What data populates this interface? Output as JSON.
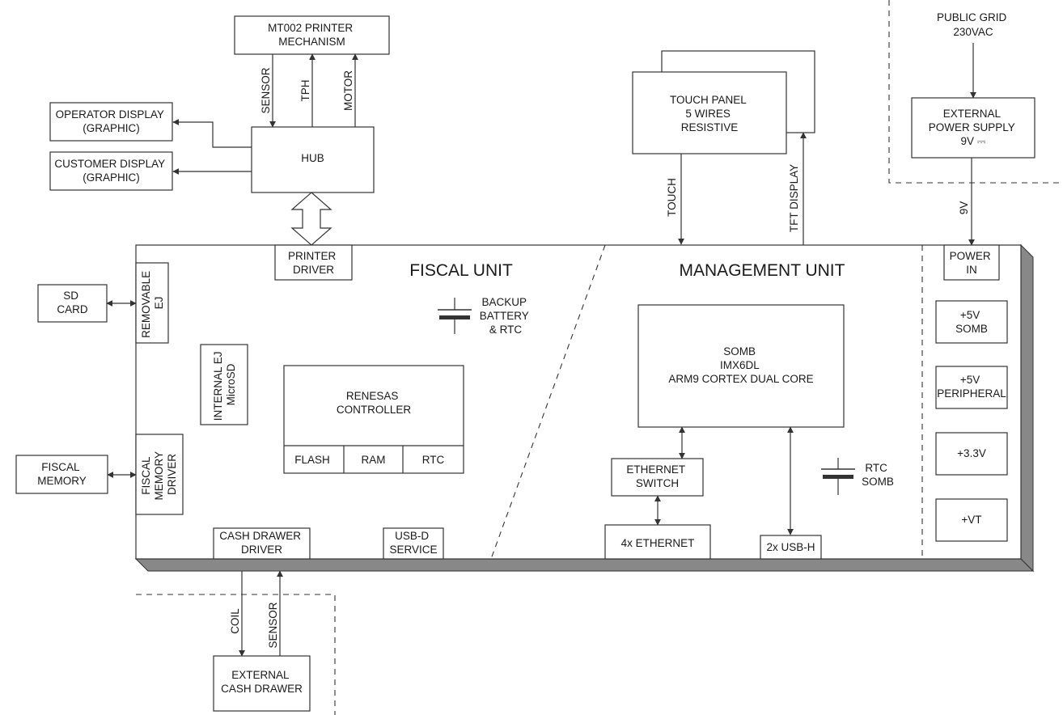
{
  "blocks": {
    "printer_mechanism": [
      "MT002 PRINTER",
      "MECHANISM"
    ],
    "operator_display": [
      "OPERATOR DISPLAY",
      "(GRAPHIC)"
    ],
    "customer_display": [
      "CUSTOMER DISPLAY",
      "(GRAPHIC)"
    ],
    "hub": "HUB",
    "printer_driver": [
      "PRINTER",
      "DRIVER"
    ],
    "sd_card": [
      "SD",
      "CARD"
    ],
    "removable_ej": [
      "REMOVABLE",
      "EJ"
    ],
    "internal_ej": [
      "INTERNAL EJ",
      "MicroSD"
    ],
    "fiscal_memory": [
      "FISCAL",
      "MEMORY"
    ],
    "fiscal_memory_driver": [
      "FISCAL",
      "MEMORY",
      "DRIVER"
    ],
    "renesas": [
      "RENESAS",
      "CONTROLLER"
    ],
    "flash": "FLASH",
    "ram": "RAM",
    "rtc": "RTC",
    "backup_battery": [
      "BACKUP",
      "BATTERY",
      "& RTC"
    ],
    "cash_drawer_driver": [
      "CASH DRAWER",
      "DRIVER"
    ],
    "usb_d": [
      "USB-D",
      "SERVICE"
    ],
    "touch_panel": [
      "TOUCH PANEL",
      "5 WIRES",
      "RESISTIVE"
    ],
    "somb": [
      "SOMB",
      "IMX6DL",
      "ARM9 CORTEX DUAL CORE"
    ],
    "ethernet_switch": [
      "ETHERNET",
      "SWITCH"
    ],
    "ethernet_ports": "4x ETHERNET",
    "usb_h": "2x USB-H",
    "rtc_somb": [
      "RTC",
      "SOMB"
    ],
    "public_grid": [
      "PUBLIC GRID",
      "230VAC"
    ],
    "external_power_supply": [
      "EXTERNAL",
      "POWER SUPPLY",
      "9V ⎓"
    ],
    "power_in": [
      "POWER",
      "IN"
    ],
    "rail_5v_somb": [
      "+5V",
      "SOMB"
    ],
    "rail_5v_peripheral": [
      "+5V",
      "PERIPHERAL"
    ],
    "rail_3v3": "+3.3V",
    "rail_vt": "+VT",
    "external_cash_drawer": [
      "EXTERNAL",
      "CASH DRAWER"
    ]
  },
  "units": {
    "fiscal": "FISCAL UNIT",
    "management": "MANAGEMENT UNIT"
  },
  "signals": {
    "sensor": "SENSOR",
    "tph": "TPH",
    "motor": "MOTOR",
    "touch": "TOUCH",
    "tft_display": "TFT DISPLAY",
    "nine_v": "9V",
    "coil": "COIL",
    "drawer_sensor": "SENSOR"
  }
}
